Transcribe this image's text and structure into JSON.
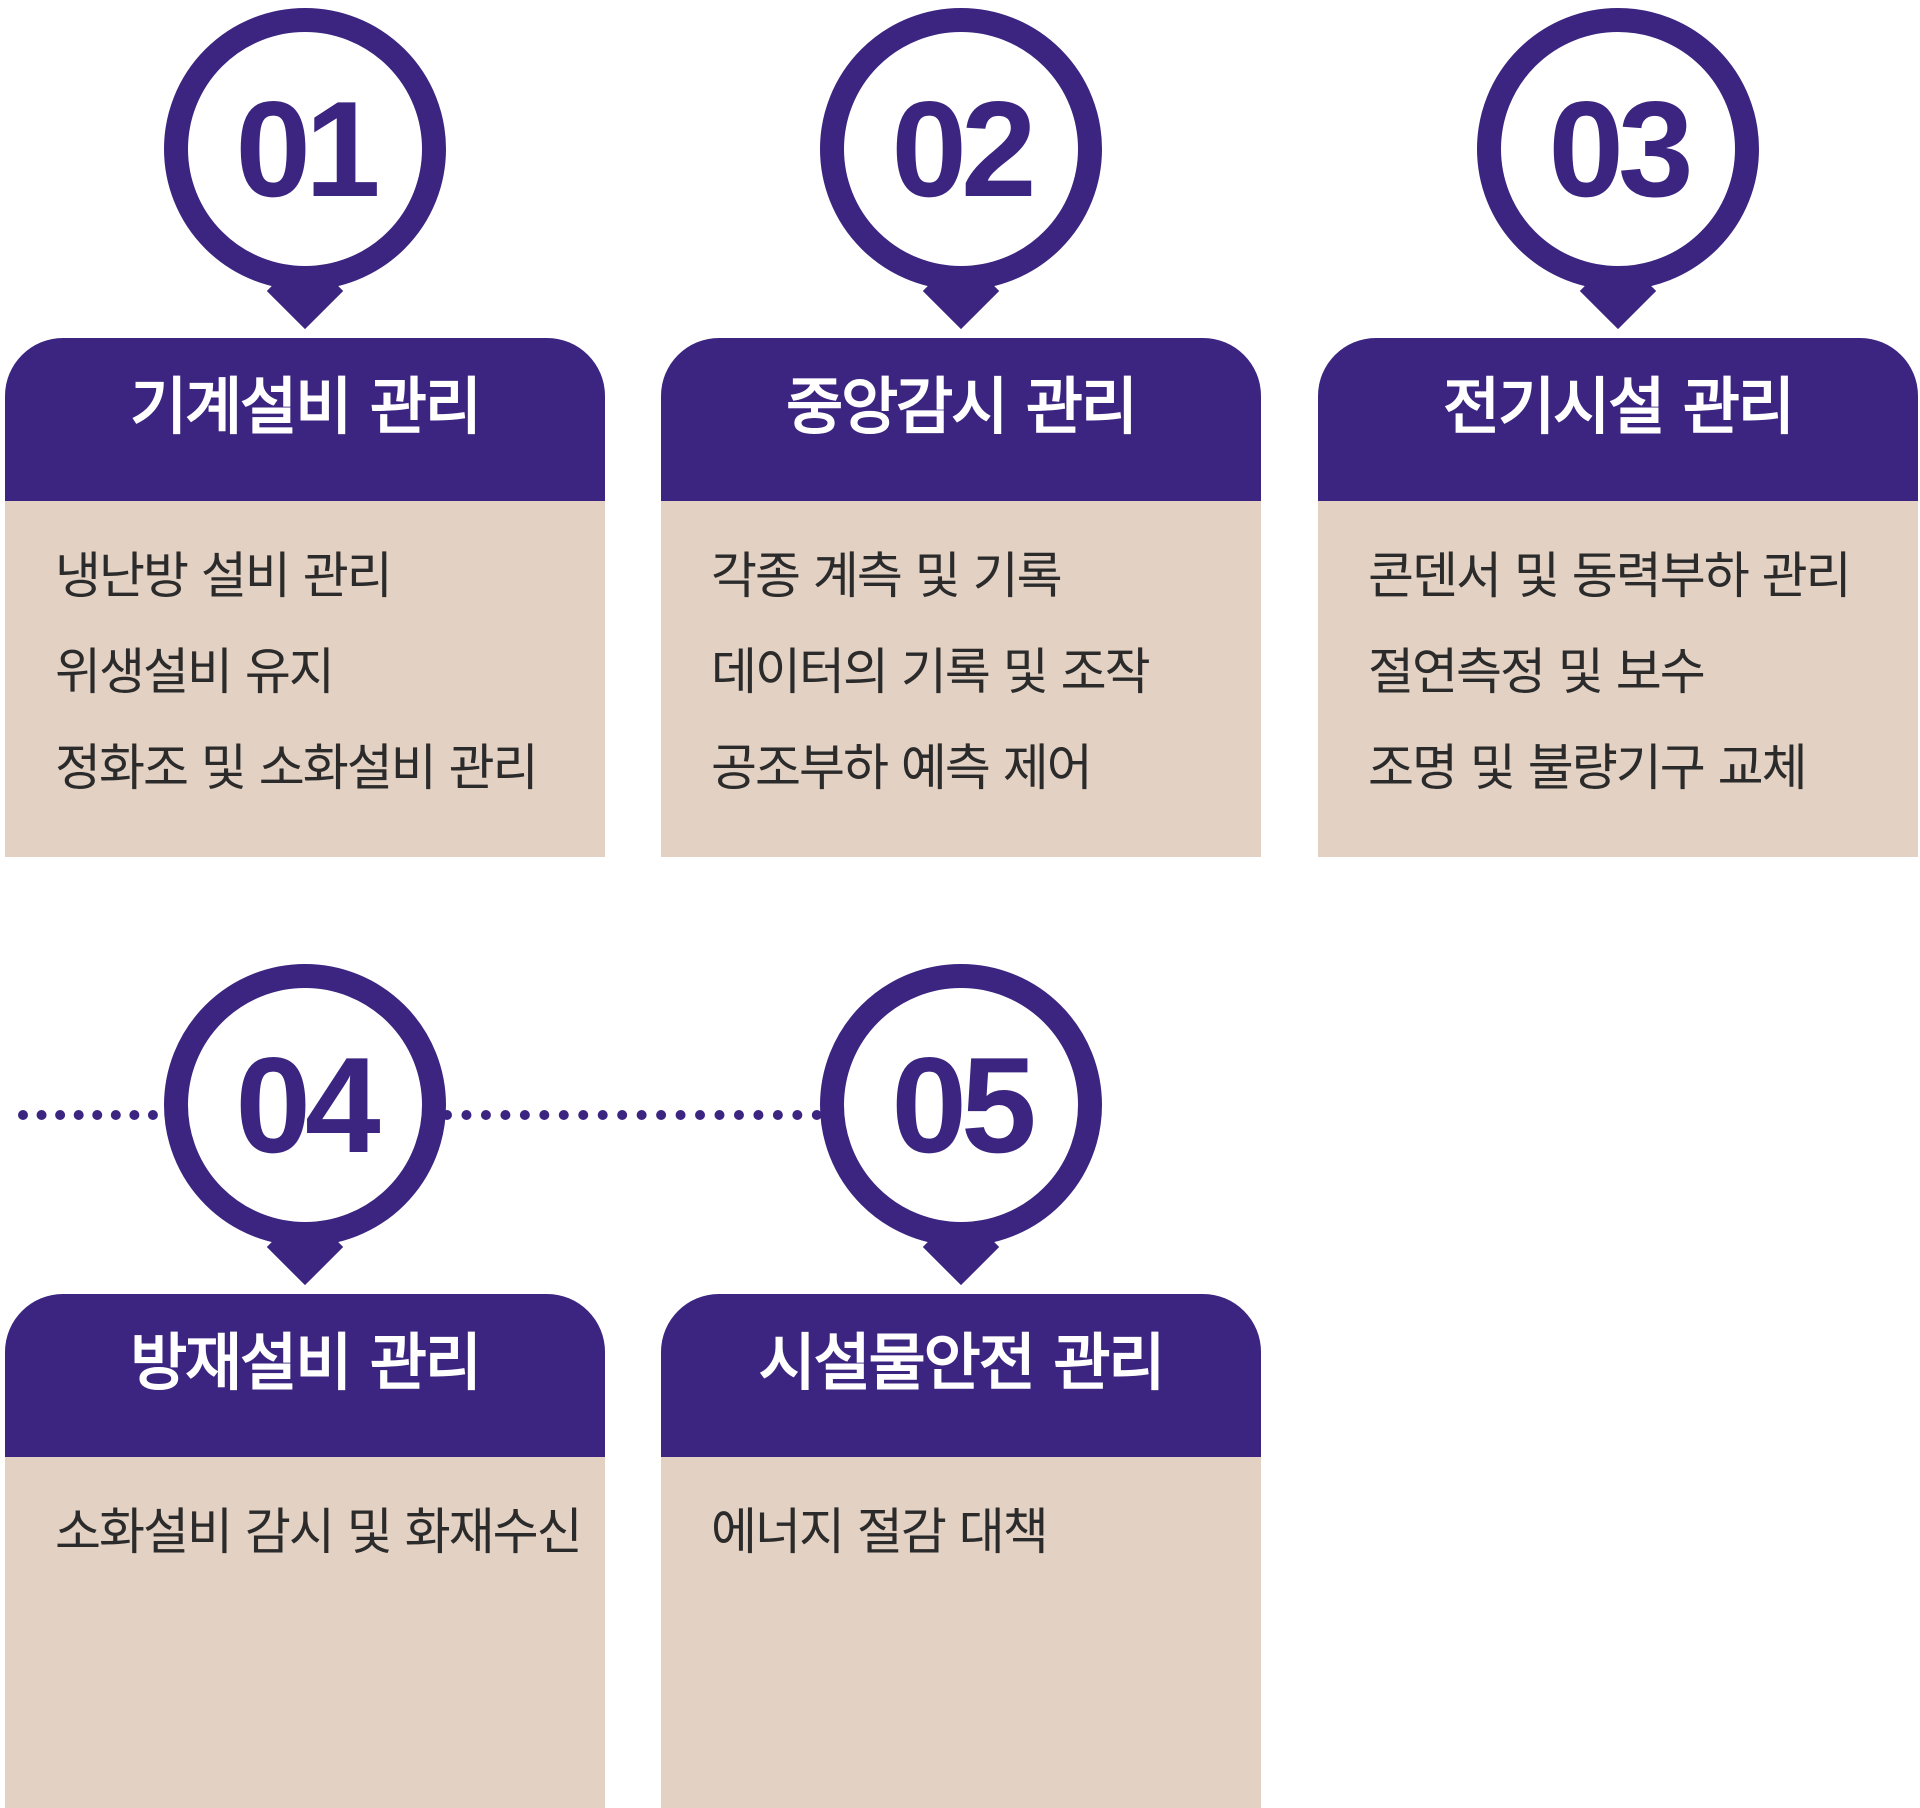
{
  "colors": {
    "primary": "#3b2580",
    "panel": "#e3d1c3",
    "text": "#2b2b2b",
    "header_text": "#ffffff"
  },
  "cards": [
    {
      "number": "01",
      "title": "기계설비 관리",
      "items": [
        "냉난방 설비 관리",
        "위생설비 유지",
        "정화조 및 소화설비 관리"
      ]
    },
    {
      "number": "02",
      "title": "중앙감시 관리",
      "items": [
        "각종 계측 및 기록",
        "데이터의 기록 및 조작",
        "공조부하 예측 제어"
      ]
    },
    {
      "number": "03",
      "title": "전기시설 관리",
      "items": [
        "콘덴서 및 동력부하 관리",
        "절연측정 및 보수",
        "조명 및 불량기구 교체"
      ]
    },
    {
      "number": "04",
      "title": "방재설비 관리",
      "items": [
        "소화설비 감시 및 화재수신"
      ]
    },
    {
      "number": "05",
      "title": "시설물안전 관리",
      "items": [
        "에너지 절감 대책"
      ]
    }
  ]
}
